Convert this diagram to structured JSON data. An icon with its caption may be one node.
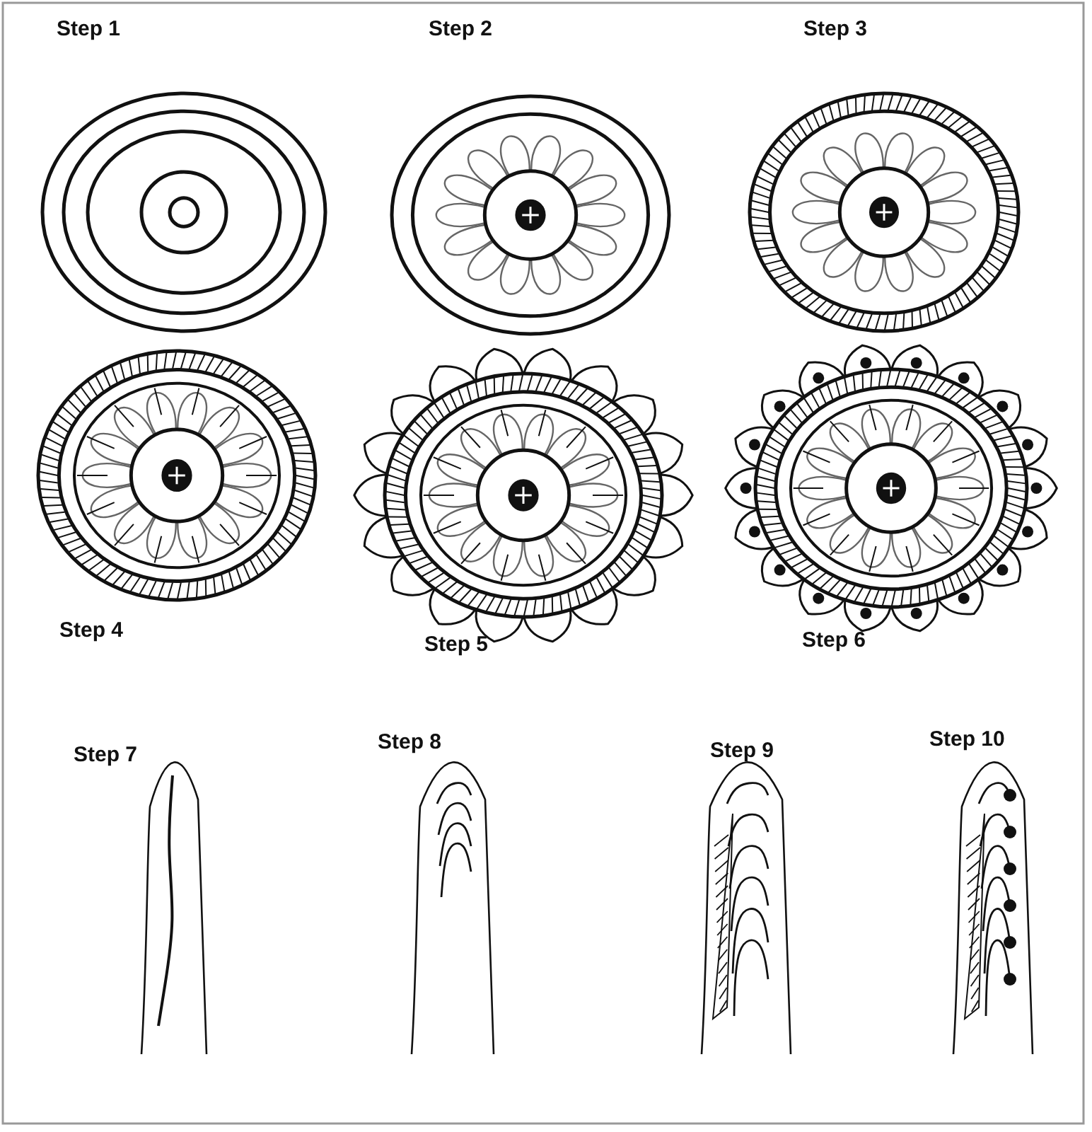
{
  "diagram": {
    "labels": [
      "Step 1",
      "Step 2",
      "Step 3",
      "Step 4",
      "Step 5",
      "Step 6",
      "Step 7",
      "Step 8",
      "Step 9",
      "Step 10"
    ]
  }
}
